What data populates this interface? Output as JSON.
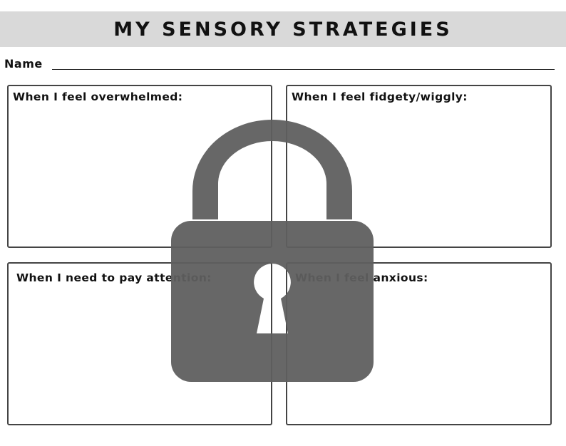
{
  "header": {
    "title": "MY SENSORY STRATEGIES"
  },
  "name_field": {
    "label": "Name",
    "value": ""
  },
  "boxes": [
    {
      "label": "When I feel overwhelmed:",
      "content": ""
    },
    {
      "label": "When I feel fidgety/wiggly:",
      "content": ""
    },
    {
      "label": "When I need to pay attention:",
      "content": ""
    },
    {
      "label": "When I feel anxious:",
      "content": ""
    }
  ],
  "overlay": {
    "icon": "lock-icon",
    "color": "#5f5f5f"
  }
}
